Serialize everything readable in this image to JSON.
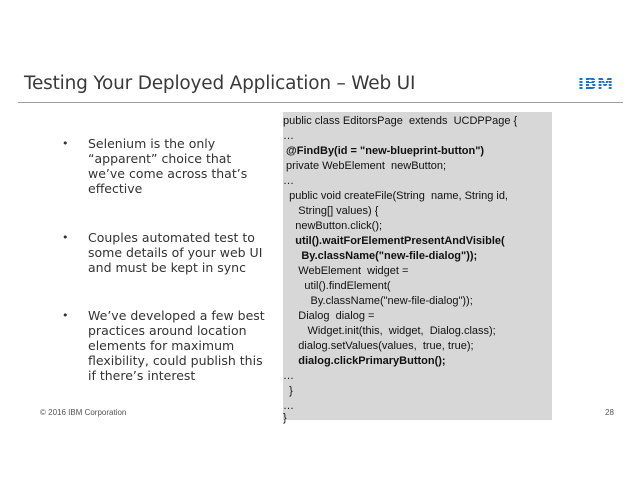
{
  "slide": {
    "title": "Testing Your Deployed Application – Web UI",
    "logo_text": "IBM",
    "bullets": [
      {
        "marker": "•",
        "text": "Selenium  is the only\n“apparent” choice that\nwe’ve come across that’s\neffective"
      },
      {
        "marker": "•",
        "text": "Couples automated  test to\nsome details  of your web UI\nand must be kept in sync"
      },
      {
        "marker": "•",
        "text": "We’ve developed  a few best\npractices  around location\nelements  for maximum\nflexibility,  could publish this\nif there’s interest"
      }
    ],
    "code": [
      {
        "text": "public class EditorsPage  extends  UCDPPage {",
        "bold": false
      },
      {
        "text": "…",
        "bold": false
      },
      {
        "text": " @FindBy(id = \"new-blueprint-button\")",
        "bold": true
      },
      {
        "text": " private WebElement  newButton;",
        "bold": false
      },
      {
        "text": "…",
        "bold": false
      },
      {
        "text": "  public void createFile(String  name, String id,",
        "bold": false
      },
      {
        "text": "     String[] values) {",
        "bold": false
      },
      {
        "text": "    newButton.click();",
        "bold": false
      },
      {
        "text": "    util().waitForElementPresentAndVisible(",
        "bold": true
      },
      {
        "text": "      By.className(\"new-file-dialog\"));",
        "bold": true
      },
      {
        "text": "     WebElement  widget =",
        "bold": false
      },
      {
        "text": "       util().findElement(",
        "bold": false
      },
      {
        "text": "         By.className(\"new-file-dialog\"));",
        "bold": false
      },
      {
        "text": "     Dialog  dialog =",
        "bold": false
      },
      {
        "text": "        Widget.init(this,  widget,  Dialog.class);",
        "bold": false
      },
      {
        "text": "     dialog.setValues(values,  true, true);",
        "bold": false
      },
      {
        "text": "     dialog.clickPrimaryButton();",
        "bold": true
      },
      {
        "text": "…",
        "bold": false
      },
      {
        "text": "  }",
        "bold": false
      },
      {
        "text": "…",
        "bold": false
      },
      {
        "text": "}",
        "bold": false
      }
    ]
  },
  "footer": {
    "copyright": "© 2016 IBM Corporation",
    "page_number": "28"
  }
}
